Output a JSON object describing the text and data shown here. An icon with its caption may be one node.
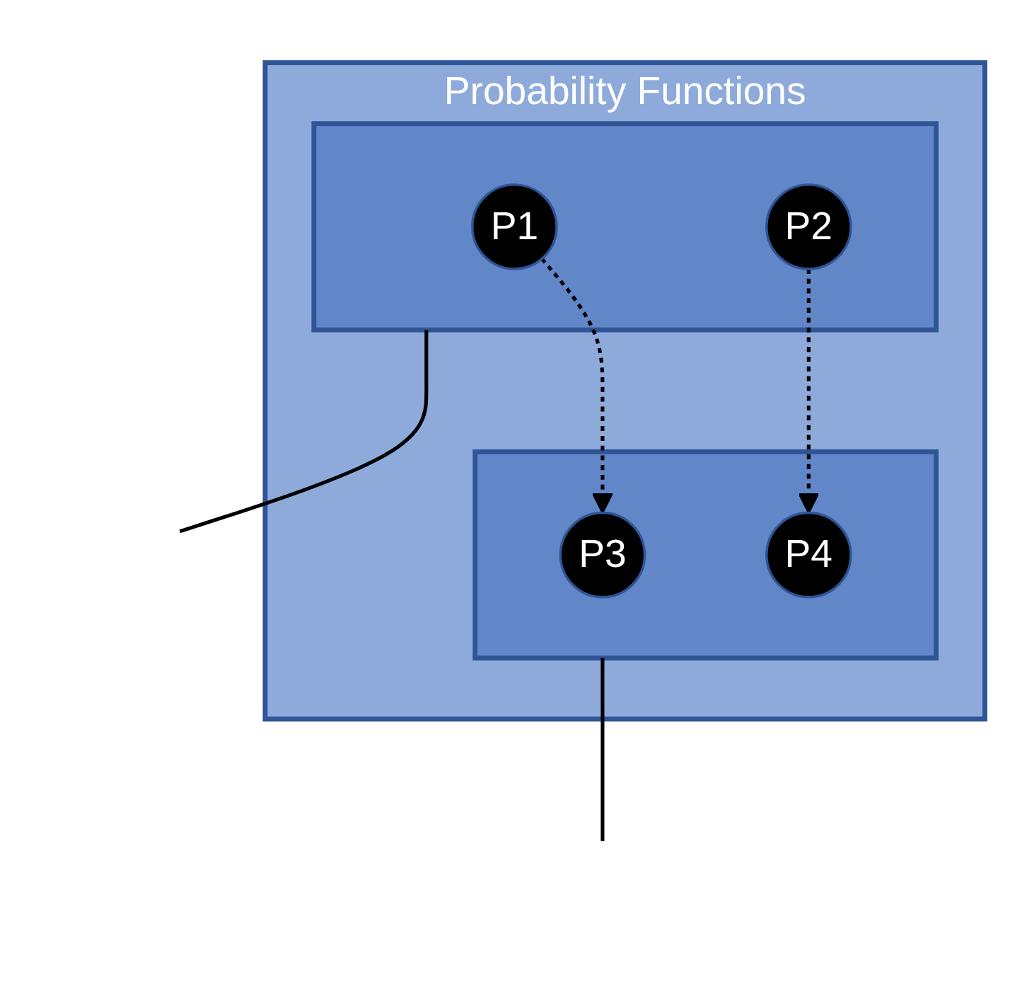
{
  "diagram": {
    "nodes": [
      {
        "text": [
          "Probability Functions"
        ]
      },
      {
        "text": [],
        "shape": "box",
        "in": 0
      },
      {
        "text": [
          "P1"
        ],
        "in": 1
      },
      {
        "text": [
          "P2"
        ],
        "in": 1
      },
      {
        "text": [],
        "shape": "box",
        "in": 0
      },
      {
        "text": [
          "P3"
        ],
        "in": 4
      },
      {
        "text": [
          "P4"
        ],
        "in": 4
      }
    ],
    "edges": [
      {
        "from": 2,
        "to": 5,
        "arrow": "to",
        "style": "dashed"
      },
      {
        "from": 3,
        "to": 6,
        "arrow": "to",
        "style": "dashed"
      },
      {
        "from": 1,
        "to": null,
        "arrow": "none"
      },
      {
        "from": 4,
        "to": null,
        "arrow": "none"
      }
    ]
  }
}
